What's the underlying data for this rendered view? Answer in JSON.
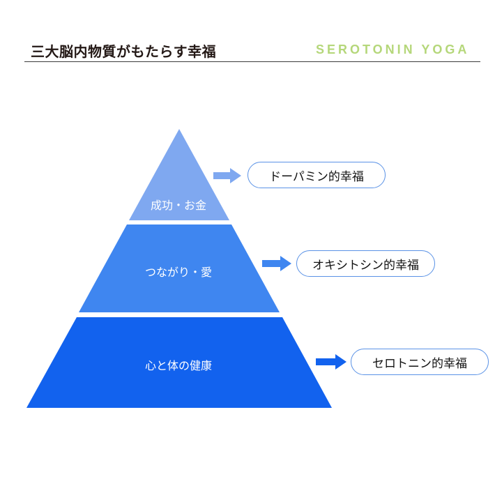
{
  "header": {
    "title": "三大脳内物質がもたらす幸福",
    "brand": "SEROTONIN YOGA"
  },
  "pyramid": {
    "tiers": [
      {
        "label": "成功・お金",
        "color": "#7fa8f0",
        "result": "ドーパミン的幸福",
        "arrow_color": "#7fa8f0"
      },
      {
        "label": "つながり・愛",
        "color": "#3f86f0",
        "result": "オキシトシン的幸福",
        "arrow_color": "#3f86f0"
      },
      {
        "label": "心と体の健康",
        "color": "#1262ee",
        "result": "セロトニン的幸福",
        "arrow_color": "#1262ee"
      }
    ]
  }
}
